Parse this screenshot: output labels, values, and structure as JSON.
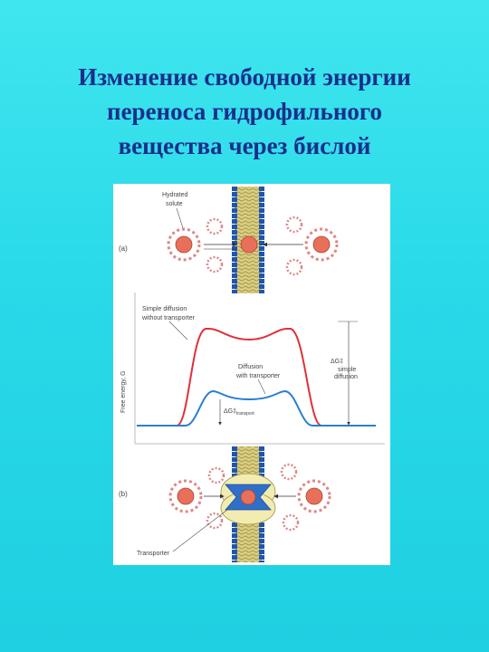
{
  "title": {
    "line1": "Изменение свободной энергии",
    "line2": "переноса гидрофильного",
    "line3": "вещества через бислой"
  },
  "figure": {
    "panel_a": {
      "tag": "(a)",
      "hydrated_label_1": "Hydrated",
      "hydrated_label_2": "solute"
    },
    "graph": {
      "y_label": "Free energy, G",
      "simple_label_1": "Simple diffusion",
      "simple_label_2": "without transporter",
      "transport_label_1": "Diffusion",
      "transport_label_2": "with transporter",
      "dg_transport_main": "ΔG‡",
      "dg_transport_sub": "transport",
      "dg_simple_main": "ΔG‡",
      "dg_simple_sub_1": "simple",
      "dg_simple_sub_2": "diffusion"
    },
    "panel_b": {
      "tag": "(b)",
      "transporter_label": "Transporter"
    },
    "colors": {
      "simple_curve": "#e0303a",
      "transport_curve": "#2a7fd0",
      "solute": "#e8705a",
      "membrane_head": "#2d6ec8",
      "membrane_tail": "#d8c878",
      "transporter_body": "#f2ecb0",
      "transporter_core": "#2f6fc9"
    }
  }
}
